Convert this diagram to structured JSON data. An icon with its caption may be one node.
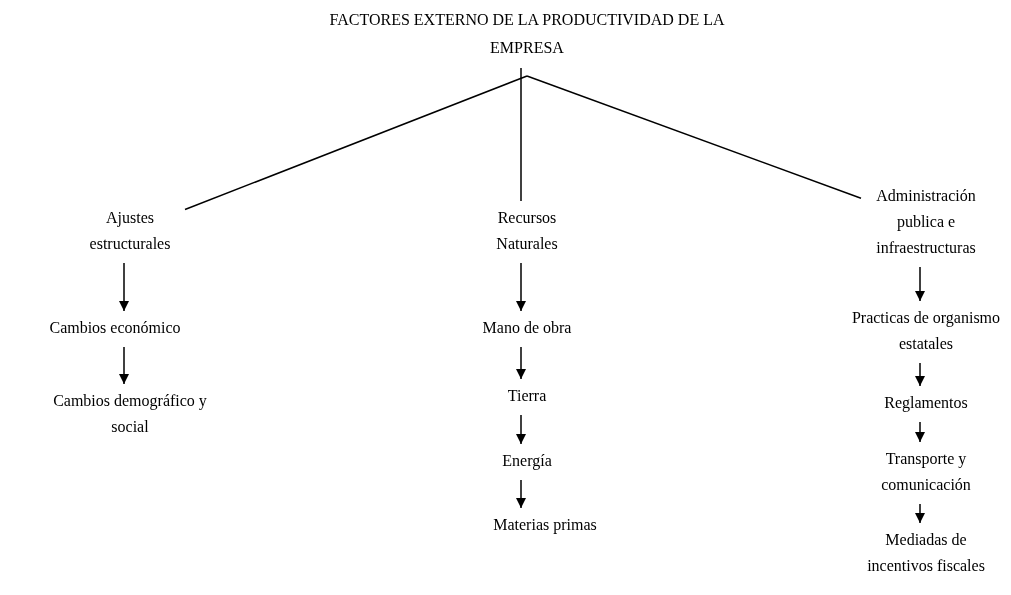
{
  "diagram": {
    "nodes": [
      {
        "text": [
          "FACTORES EXTERNO DE LA PRODUCTIVIDAD DE LA EMPRESA"
        ]
      },
      {
        "text": [
          "Ajustes estructurales"
        ]
      },
      {
        "text": [
          "Cambios económico"
        ]
      },
      {
        "text": [
          "Cambios demográfico y social"
        ]
      },
      {
        "text": [
          "Recursos Naturales"
        ]
      },
      {
        "text": [
          "Mano de obra"
        ]
      },
      {
        "text": [
          "Tierra"
        ]
      },
      {
        "text": [
          "Energía"
        ]
      },
      {
        "text": [
          "Materias primas"
        ]
      },
      {
        "text": [
          "Administración publica e infraestructuras"
        ]
      },
      {
        "text": [
          "Practicas de organismo estatales"
        ]
      },
      {
        "text": [
          "Reglamentos"
        ]
      },
      {
        "text": [
          "Transporte y comunicación"
        ]
      },
      {
        "text": [
          "Mediadas de incentivos fiscales"
        ]
      }
    ],
    "edges": [
      {
        "from": 0,
        "to": 1,
        "arrow": "none"
      },
      {
        "from": 0,
        "to": 4,
        "arrow": "none"
      },
      {
        "from": 0,
        "to": 9,
        "arrow": "none"
      },
      {
        "from": 1,
        "to": 2,
        "arrow": "to"
      },
      {
        "from": 2,
        "to": 3,
        "arrow": "to"
      },
      {
        "from": 4,
        "to": 5,
        "arrow": "to"
      },
      {
        "from": 5,
        "to": 6,
        "arrow": "to"
      },
      {
        "from": 6,
        "to": 7,
        "arrow": "to"
      },
      {
        "from": 7,
        "to": 8,
        "arrow": "to"
      },
      {
        "from": 9,
        "to": 10,
        "arrow": "to"
      },
      {
        "from": 10,
        "to": 11,
        "arrow": "to"
      },
      {
        "from": 11,
        "to": 12,
        "arrow": "to"
      },
      {
        "from": 12,
        "to": 13,
        "arrow": "to"
      }
    ]
  }
}
